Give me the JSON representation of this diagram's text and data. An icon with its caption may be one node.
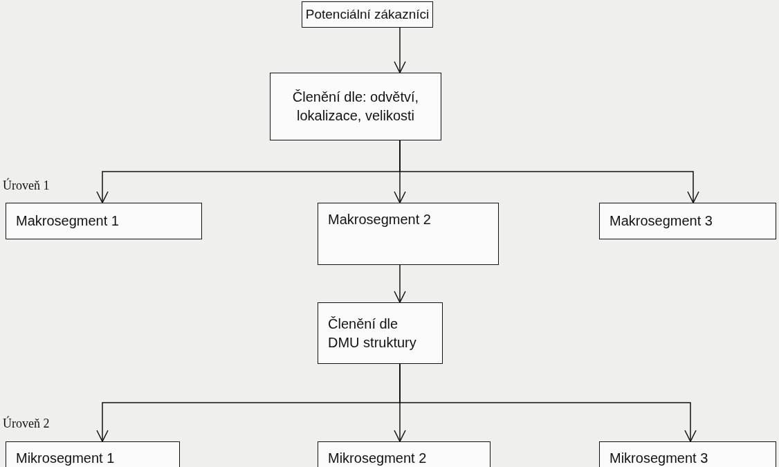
{
  "diagram": {
    "nodes": [
      {
        "text": [
          "Potenciální zákazníci"
        ]
      },
      {
        "text": [
          "Členění dle: odvětví, lokalizace, velikosti"
        ]
      },
      {
        "text": [
          "Makrosegment 1"
        ]
      },
      {
        "text": [
          "Makrosegment 2"
        ]
      },
      {
        "text": [
          "Makrosegment 3"
        ]
      },
      {
        "text": [
          "Členění dle DMU struktury"
        ]
      },
      {
        "text": [
          "Mikrosegment 1"
        ]
      },
      {
        "text": [
          "Mikrosegment 2"
        ]
      },
      {
        "text": [
          "Mikrosegment 3"
        ]
      }
    ],
    "edges": [
      {
        "from": 0,
        "to": 1,
        "arrow": "to"
      },
      {
        "from": 1,
        "to": 2,
        "arrow": "to"
      },
      {
        "from": 1,
        "to": 3,
        "arrow": "to"
      },
      {
        "from": 1,
        "to": 4,
        "arrow": "to"
      },
      {
        "from": 3,
        "to": 5,
        "arrow": "to"
      },
      {
        "from": 5,
        "to": 6,
        "arrow": "to"
      },
      {
        "from": 5,
        "to": 7,
        "arrow": "to"
      },
      {
        "from": 5,
        "to": 8,
        "arrow": "to"
      }
    ],
    "labels": [
      "Úroveň 1",
      "Úroveň 2"
    ]
  }
}
